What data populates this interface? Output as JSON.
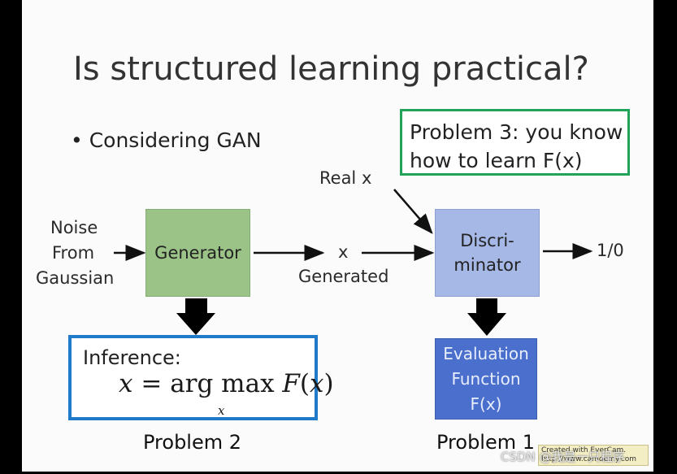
{
  "slide": {
    "title": "Is structured learning practical?",
    "bullet": "• Considering GAN",
    "noise_label": [
      "Noise",
      "From",
      "Gaussian"
    ],
    "generator_label": "Generator",
    "x_label": "x",
    "generated_label": "Generated",
    "real_x_label": "Real x",
    "discriminator_label": [
      "Discri-",
      "minator"
    ],
    "output_label": "1/0",
    "evaluation_label": [
      "Evaluation",
      "Function",
      "F(x)"
    ],
    "problem3_text": [
      "Problem 3: you know",
      "how to learn F(x)"
    ],
    "inference_label": "Inference:",
    "formula": {
      "lhs": "x",
      "eq": "=",
      "op": "arg max",
      "fn": "F",
      "arg": "x",
      "sub": "x"
    },
    "problem2_label": "Problem 2",
    "problem1_label": "Problem 1"
  },
  "watermark": {
    "csdn": "CSDN @我是一只程序",
    "recorder": [
      "Created with EverCam.",
      "http://www.camdemy.com"
    ]
  },
  "colors": {
    "generator": "#9bc387",
    "discriminator": "#a6b8e6",
    "evaluation": "#4b6fcd",
    "problem3_border": "#21a35a",
    "inference_border": "#1f7bc9"
  }
}
